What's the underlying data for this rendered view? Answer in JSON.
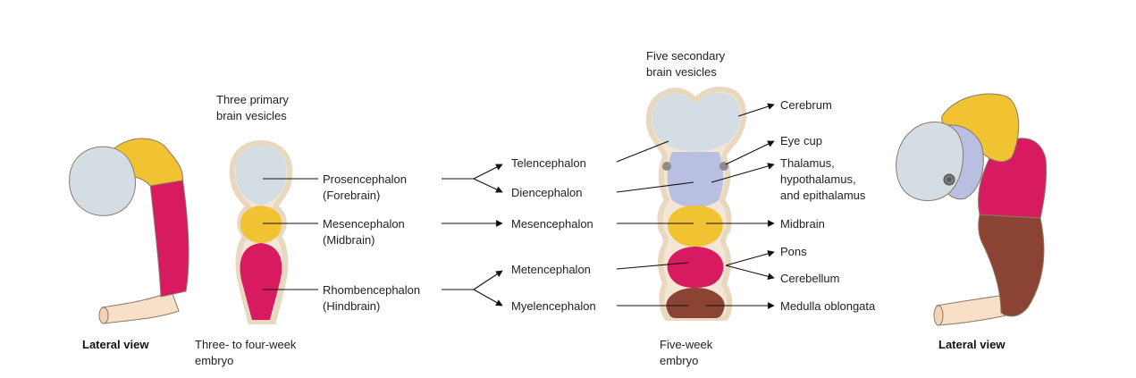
{
  "captions": {
    "lateral_view_left": "Lateral view",
    "lateral_view_right": "Lateral view",
    "stage1_line1": "Three- to four-week",
    "stage1_line2": "embryo",
    "stage2_line1": "Five-week",
    "stage2_line2": "embryo"
  },
  "headings": {
    "primary_line1": "Three primary",
    "primary_line2": "brain vesicles",
    "secondary_line1": "Five secondary",
    "secondary_line2": "brain vesicles"
  },
  "primary_vesicles": [
    {
      "line1": "Prosencephalon",
      "line2": "(Forebrain)"
    },
    {
      "line1": "Mesencephalon",
      "line2": "(Midbrain)"
    },
    {
      "line1": "Rhombencephalon",
      "line2": "(Hindbrain)"
    }
  ],
  "secondary_vesicles": [
    "Telencephalon",
    "Diencephalon",
    "Mesencephalon",
    "Metencephalon",
    "Myelencephalon"
  ],
  "adult_structures": {
    "cerebrum": "Cerebrum",
    "eye_cup": "Eye cup",
    "thalamus_line1": "Thalamus,",
    "thalamus_line2": "hypothalamus,",
    "thalamus_line3": "and epithalamus",
    "midbrain": "Midbrain",
    "pons": "Pons",
    "cerebellum": "Cerebellum",
    "medulla": "Medulla oblongata"
  },
  "colors": {
    "telencephalon": "#d4dde4",
    "diencephalon": "#b8bfe0",
    "mesencephalon": "#f1c232",
    "metencephalon": "#d81b60",
    "myelencephalon": "#8b4434",
    "spinal_cord": "#f7dfc8",
    "outline": "#e8d8c0"
  }
}
